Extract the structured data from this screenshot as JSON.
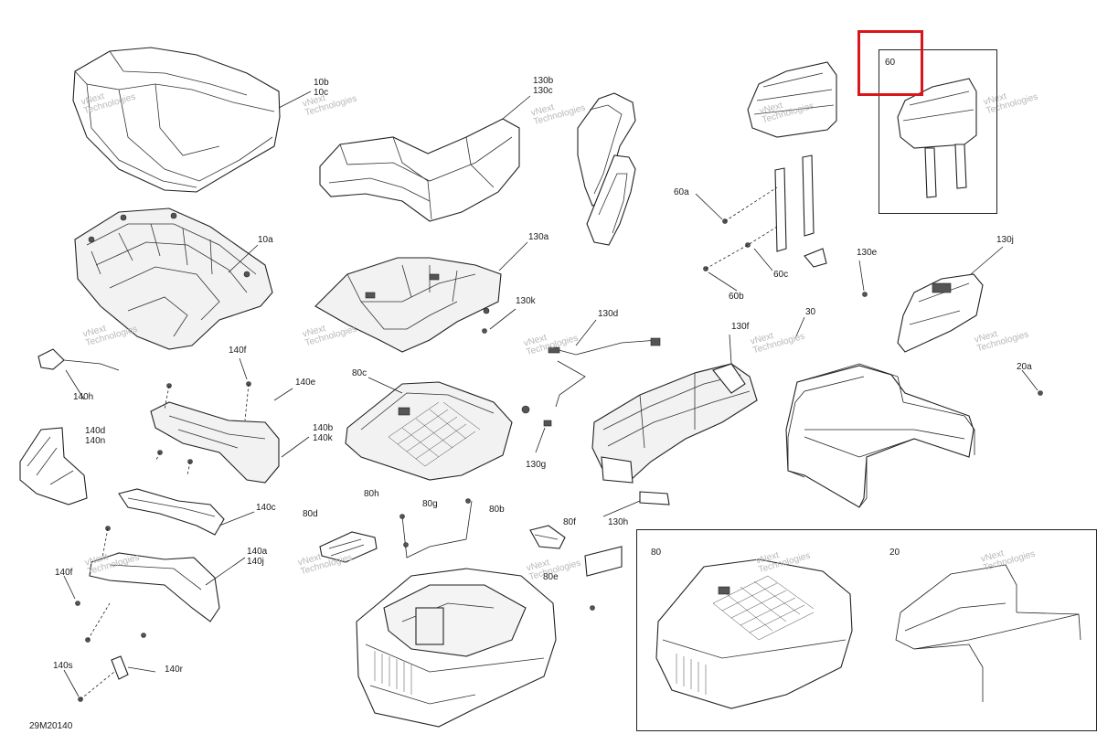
{
  "diagram": {
    "drawing_id": "29M20140",
    "watermark": {
      "line1": "vNext",
      "line2": "Technologies",
      "inline": "vNext Technologies"
    },
    "callouts": {
      "c10b": "10b",
      "c10c": "10c",
      "c10a": "10a",
      "c130b": "130b",
      "c130c": "130c",
      "c130a": "130a",
      "c130k": "130k",
      "c130d": "130d",
      "c130f": "130f",
      "c130g": "130g",
      "c130h": "130h",
      "c130e": "130e",
      "c130j": "130j",
      "c60": "60",
      "c60a": "60a",
      "c60b": "60b",
      "c60c": "60c",
      "c30": "30",
      "c20a": "20a",
      "c140h": "140h",
      "c140f": "140f",
      "c140e": "140e",
      "c140d": "140d",
      "c140n": "140n",
      "c140b": "140b",
      "c140k": "140k",
      "c140c": "140c",
      "c140a": "140a",
      "c140j": "140j",
      "c140s": "140s",
      "c140r": "140r",
      "c80c": "80c",
      "c80d": "80d",
      "c80h": "80h",
      "c80g": "80g",
      "c80b": "80b",
      "c80f": "80f",
      "c80e": "80e",
      "inset80": "80",
      "inset20": "20"
    }
  }
}
